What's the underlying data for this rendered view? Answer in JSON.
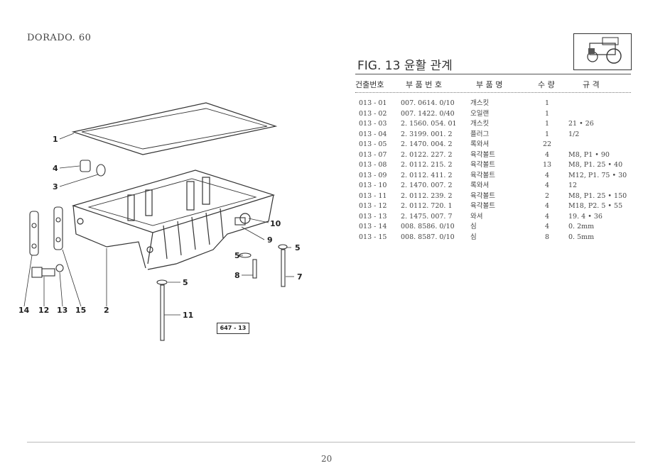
{
  "header": {
    "model": "DORADO. 60",
    "fig_title": "FIG. 13 윤활 관계"
  },
  "table": {
    "headers": {
      "no": "건출번호",
      "part_no": "부 품 번 호",
      "name": "부 품 명",
      "qty": "수 량",
      "spec": "규 격"
    },
    "rows": [
      {
        "no": "013 - 01",
        "part_no": "007. 0614. 0/10",
        "name": "개스킷",
        "qty": "1",
        "spec": ""
      },
      {
        "no": "013 - 02",
        "part_no": "007. 1422. 0/40",
        "name": "오일랜",
        "qty": "1",
        "spec": ""
      },
      {
        "no": "013 - 03",
        "part_no": "2. 1560. 054. 01",
        "name": "개스킷",
        "qty": "1",
        "spec": "21 • 26"
      },
      {
        "no": "013 - 04",
        "part_no": "2. 3199. 001. 2",
        "name": "플러그",
        "qty": "1",
        "spec": "1/2"
      },
      {
        "no": "013 - 05",
        "part_no": "2. 1470. 004. 2",
        "name": "록와셔",
        "qty": "22",
        "spec": ""
      },
      {
        "no": "013 - 07",
        "part_no": "2. 0122. 227. 2",
        "name": "육각볼트",
        "qty": "4",
        "spec": "M8,  P1 • 90"
      },
      {
        "no": "013 - 08",
        "part_no": "2. 0112. 215. 2",
        "name": "육각볼트",
        "qty": "13",
        "spec": "M8,  P1. 25 • 40"
      },
      {
        "no": "013 - 09",
        "part_no": "2. 0112. 411. 2",
        "name": "육각볼트",
        "qty": "4",
        "spec": "M12,  P1. 75 • 30"
      },
      {
        "no": "013 - 10",
        "part_no": "2. 1470. 007. 2",
        "name": "록와셔",
        "qty": "4",
        "spec": "12"
      },
      {
        "no": "013 - 11",
        "part_no": "2. 0112. 239. 2",
        "name": "육각볼트",
        "qty": "2",
        "spec": "M8,  P1. 25 • 150"
      },
      {
        "no": "013 - 12",
        "part_no": "2. 0112. 720. 1",
        "name": "육각볼트",
        "qty": "4",
        "spec": "M18,  P2. 5 • 55"
      },
      {
        "no": "013 - 13",
        "part_no": "2. 1475. 007. 7",
        "name": "와셔",
        "qty": "4",
        "spec": "19. 4 • 36"
      },
      {
        "no": "013 - 14",
        "part_no": "008. 8586. 0/10",
        "name": "심",
        "qty": "4",
        "spec": "0. 2mm"
      },
      {
        "no": "013 - 15",
        "part_no": "008. 8587. 0/10",
        "name": "심",
        "qty": "8",
        "spec": "0. 5mm"
      }
    ]
  },
  "diagram": {
    "callouts": [
      "1",
      "4",
      "3",
      "14",
      "12",
      "13",
      "15",
      "2",
      "10",
      "9",
      "5",
      "5",
      "8",
      "7",
      "5",
      "11"
    ],
    "ref_code": "647 - 13"
  },
  "page_number": "20"
}
